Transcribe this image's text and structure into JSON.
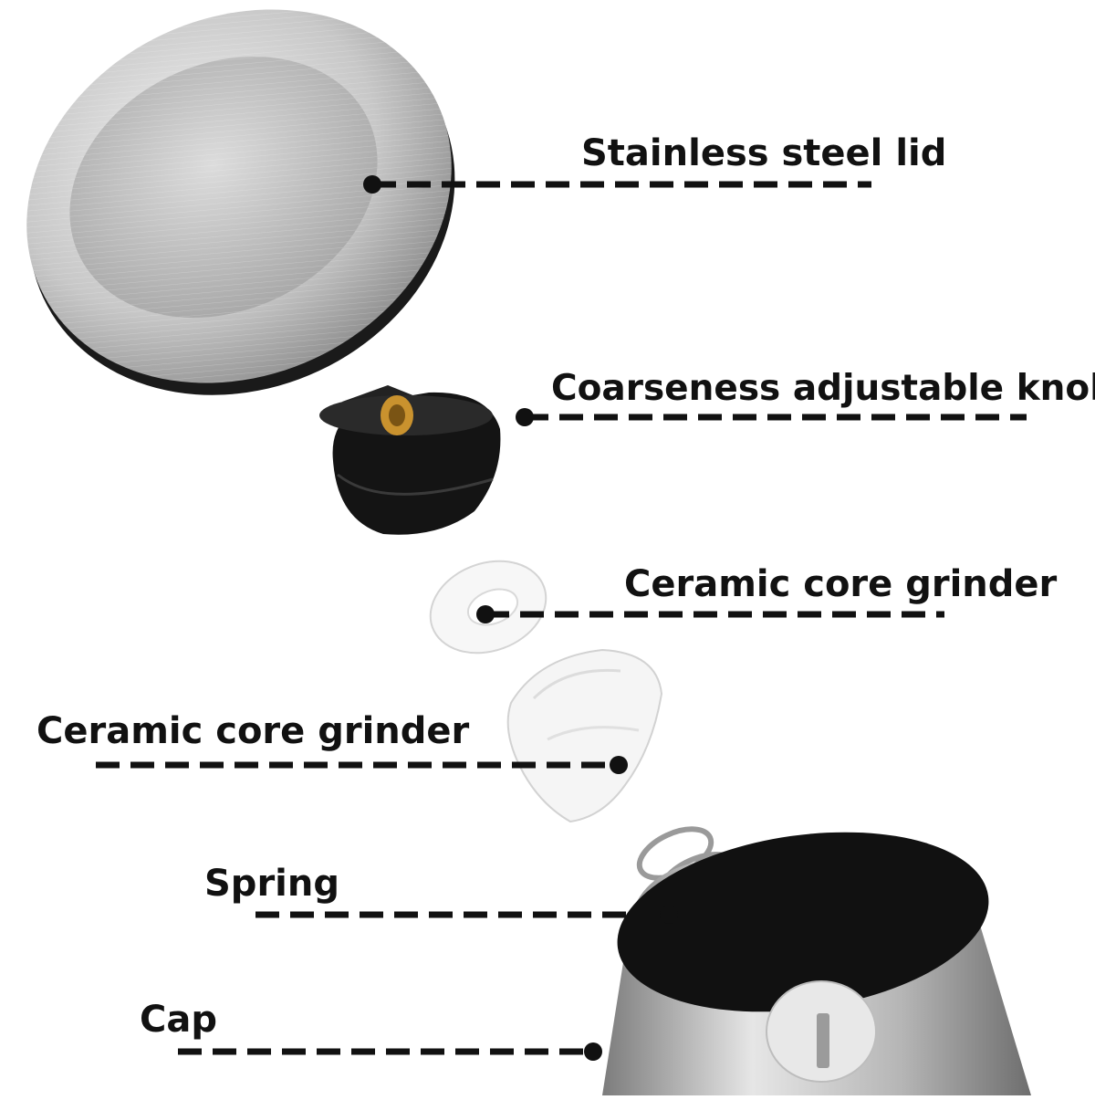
{
  "diagram": {
    "labels": {
      "lid": "Stainless steel lid",
      "knob": "Coarseness adjustable knob",
      "ceramic_top": "Ceramic core grinder",
      "ceramic_bottom": "Ceramic core grinder",
      "spring": "Spring",
      "cap": "Cap"
    },
    "colors": {
      "text": "#111111",
      "leader": "#111111",
      "steel_light": "#e2e2e2",
      "steel_dark": "#8e8e8e",
      "knob_black": "#141414",
      "brass": "#c9922e",
      "ceramic_white": "#f7f7f7"
    },
    "icons": {
      "lid": "stainless-lid-icon",
      "knob": "knob-icon",
      "ceramic": "ceramic-grinder-icon",
      "spring": "spring-icon",
      "cap": "cap-icon"
    }
  }
}
